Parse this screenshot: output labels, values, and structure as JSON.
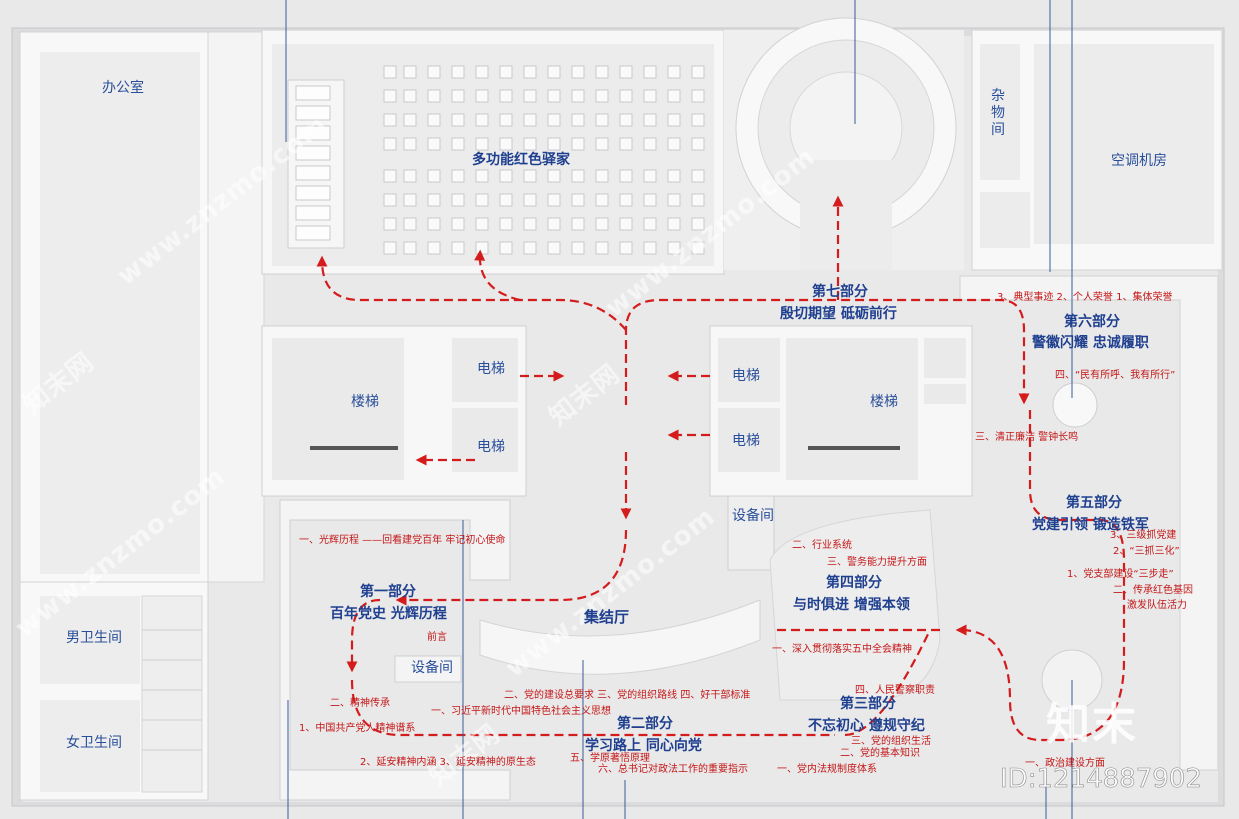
{
  "rooms": {
    "office": "办公室",
    "multi_hall": "多功能红色驿家",
    "storage": "杂物间",
    "ac_room": "空调机房",
    "elevator": "电梯",
    "stairs": "楼梯",
    "equipment": "设备间",
    "assembly_hall": "集结厅",
    "mens_wc": "男卫生间",
    "womens_wc": "女卫生间"
  },
  "sections": {
    "s1": {
      "num": "第一部分",
      "title": "百年党史 光辉历程"
    },
    "s2": {
      "num": "第二部分",
      "title": "学习路上 同心向党"
    },
    "s3": {
      "num": "第三部分",
      "title": "不忘初心 遵规守纪"
    },
    "s4": {
      "num": "第四部分",
      "title": "与时俱进 增强本领"
    },
    "s5": {
      "num": "第五部分",
      "title": "党建引领 锻造铁军"
    },
    "s6": {
      "num": "第六部分",
      "title": "警徽闪耀 忠诚履职"
    },
    "s7": {
      "num": "第七部分",
      "title": "殷切期望 砥砺前行"
    }
  },
  "notes": {
    "n6_top": "3、典型事迹  2、个人荣誉  1、集体荣誉",
    "n6_four": "四、“民有所呼、我有所行”",
    "n6_three": "三、清正廉洁 警钟长鸣",
    "n5_3": "3、三级抓党建",
    "n5_2": "2、“三抓三化”",
    "n5_1": "1、党支部建设“三步走”",
    "n5_two": "二、传承红色基因",
    "n5_two_b": "激发队伍活力",
    "n4_two": "二、行业系统",
    "n4_three": "三、警务能力提升方面",
    "n1_one": "一、光辉历程 ——回看建党百年 牢记初心使命",
    "preface": "前言",
    "n3_deep": "一、深入贯彻落实五中全会精神",
    "n2_row": "二、党的建设总要求  三、党的组织路线   四、好干部标准",
    "n3_four": "四、人民警察职责",
    "n2_spirit": "二、精神传承",
    "n2_xi": "一、习近平新时代中国特色社会主义思想",
    "n2_spec": "1、中国共产党人精神谱系",
    "n3_org": "三、党的组织生活",
    "n3_basic": "二、党的基本知识",
    "n2_yanan": "2、延安精神内涵   3、延安精神的原生态",
    "n2_five": "五、学原著悟原理",
    "n2_six": "六、总书记对政法工作的重要指示",
    "n3_law": "一、党内法规制度体系",
    "n5_pol": "一、政治建设方面"
  },
  "watermark": {
    "logo": "知末",
    "id": "ID:1214887902",
    "site": "www.znzmo.com",
    "brand": "知末网"
  },
  "colors": {
    "route": "#d41c1c",
    "label": "#1f3f8f",
    "floor": "#e9e9ea",
    "wall": "#f7f7f7"
  }
}
